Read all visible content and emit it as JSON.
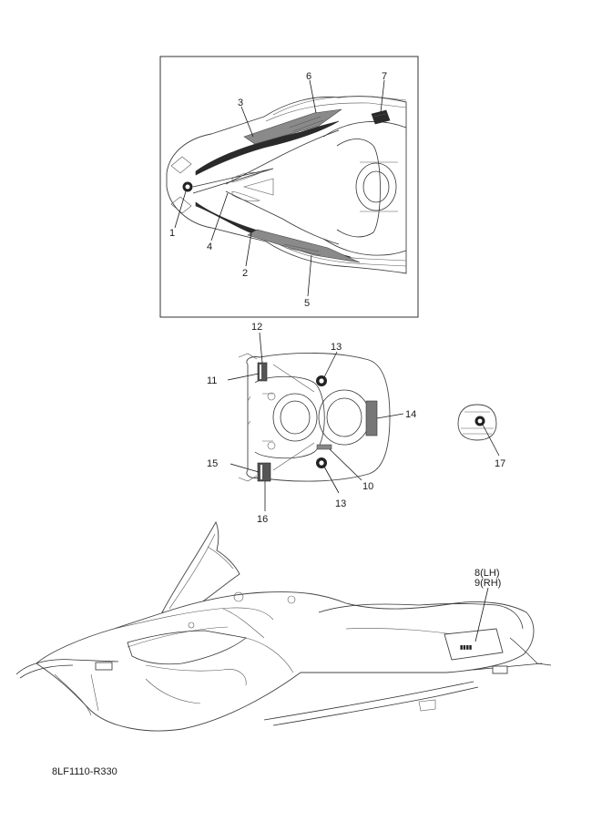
{
  "callouts": {
    "c1": "1",
    "c2": "2",
    "c3": "3",
    "c4": "4",
    "c5": "5",
    "c6": "6",
    "c7": "7",
    "c8": "8(LH)",
    "c9": "9(RH)",
    "c10": "10",
    "c11": "11",
    "c12": "12",
    "c13a": "13",
    "c13b": "13",
    "c14": "14",
    "c15": "15",
    "c16": "16",
    "c17": "17"
  },
  "reference_code": "8LF1110-R330"
}
